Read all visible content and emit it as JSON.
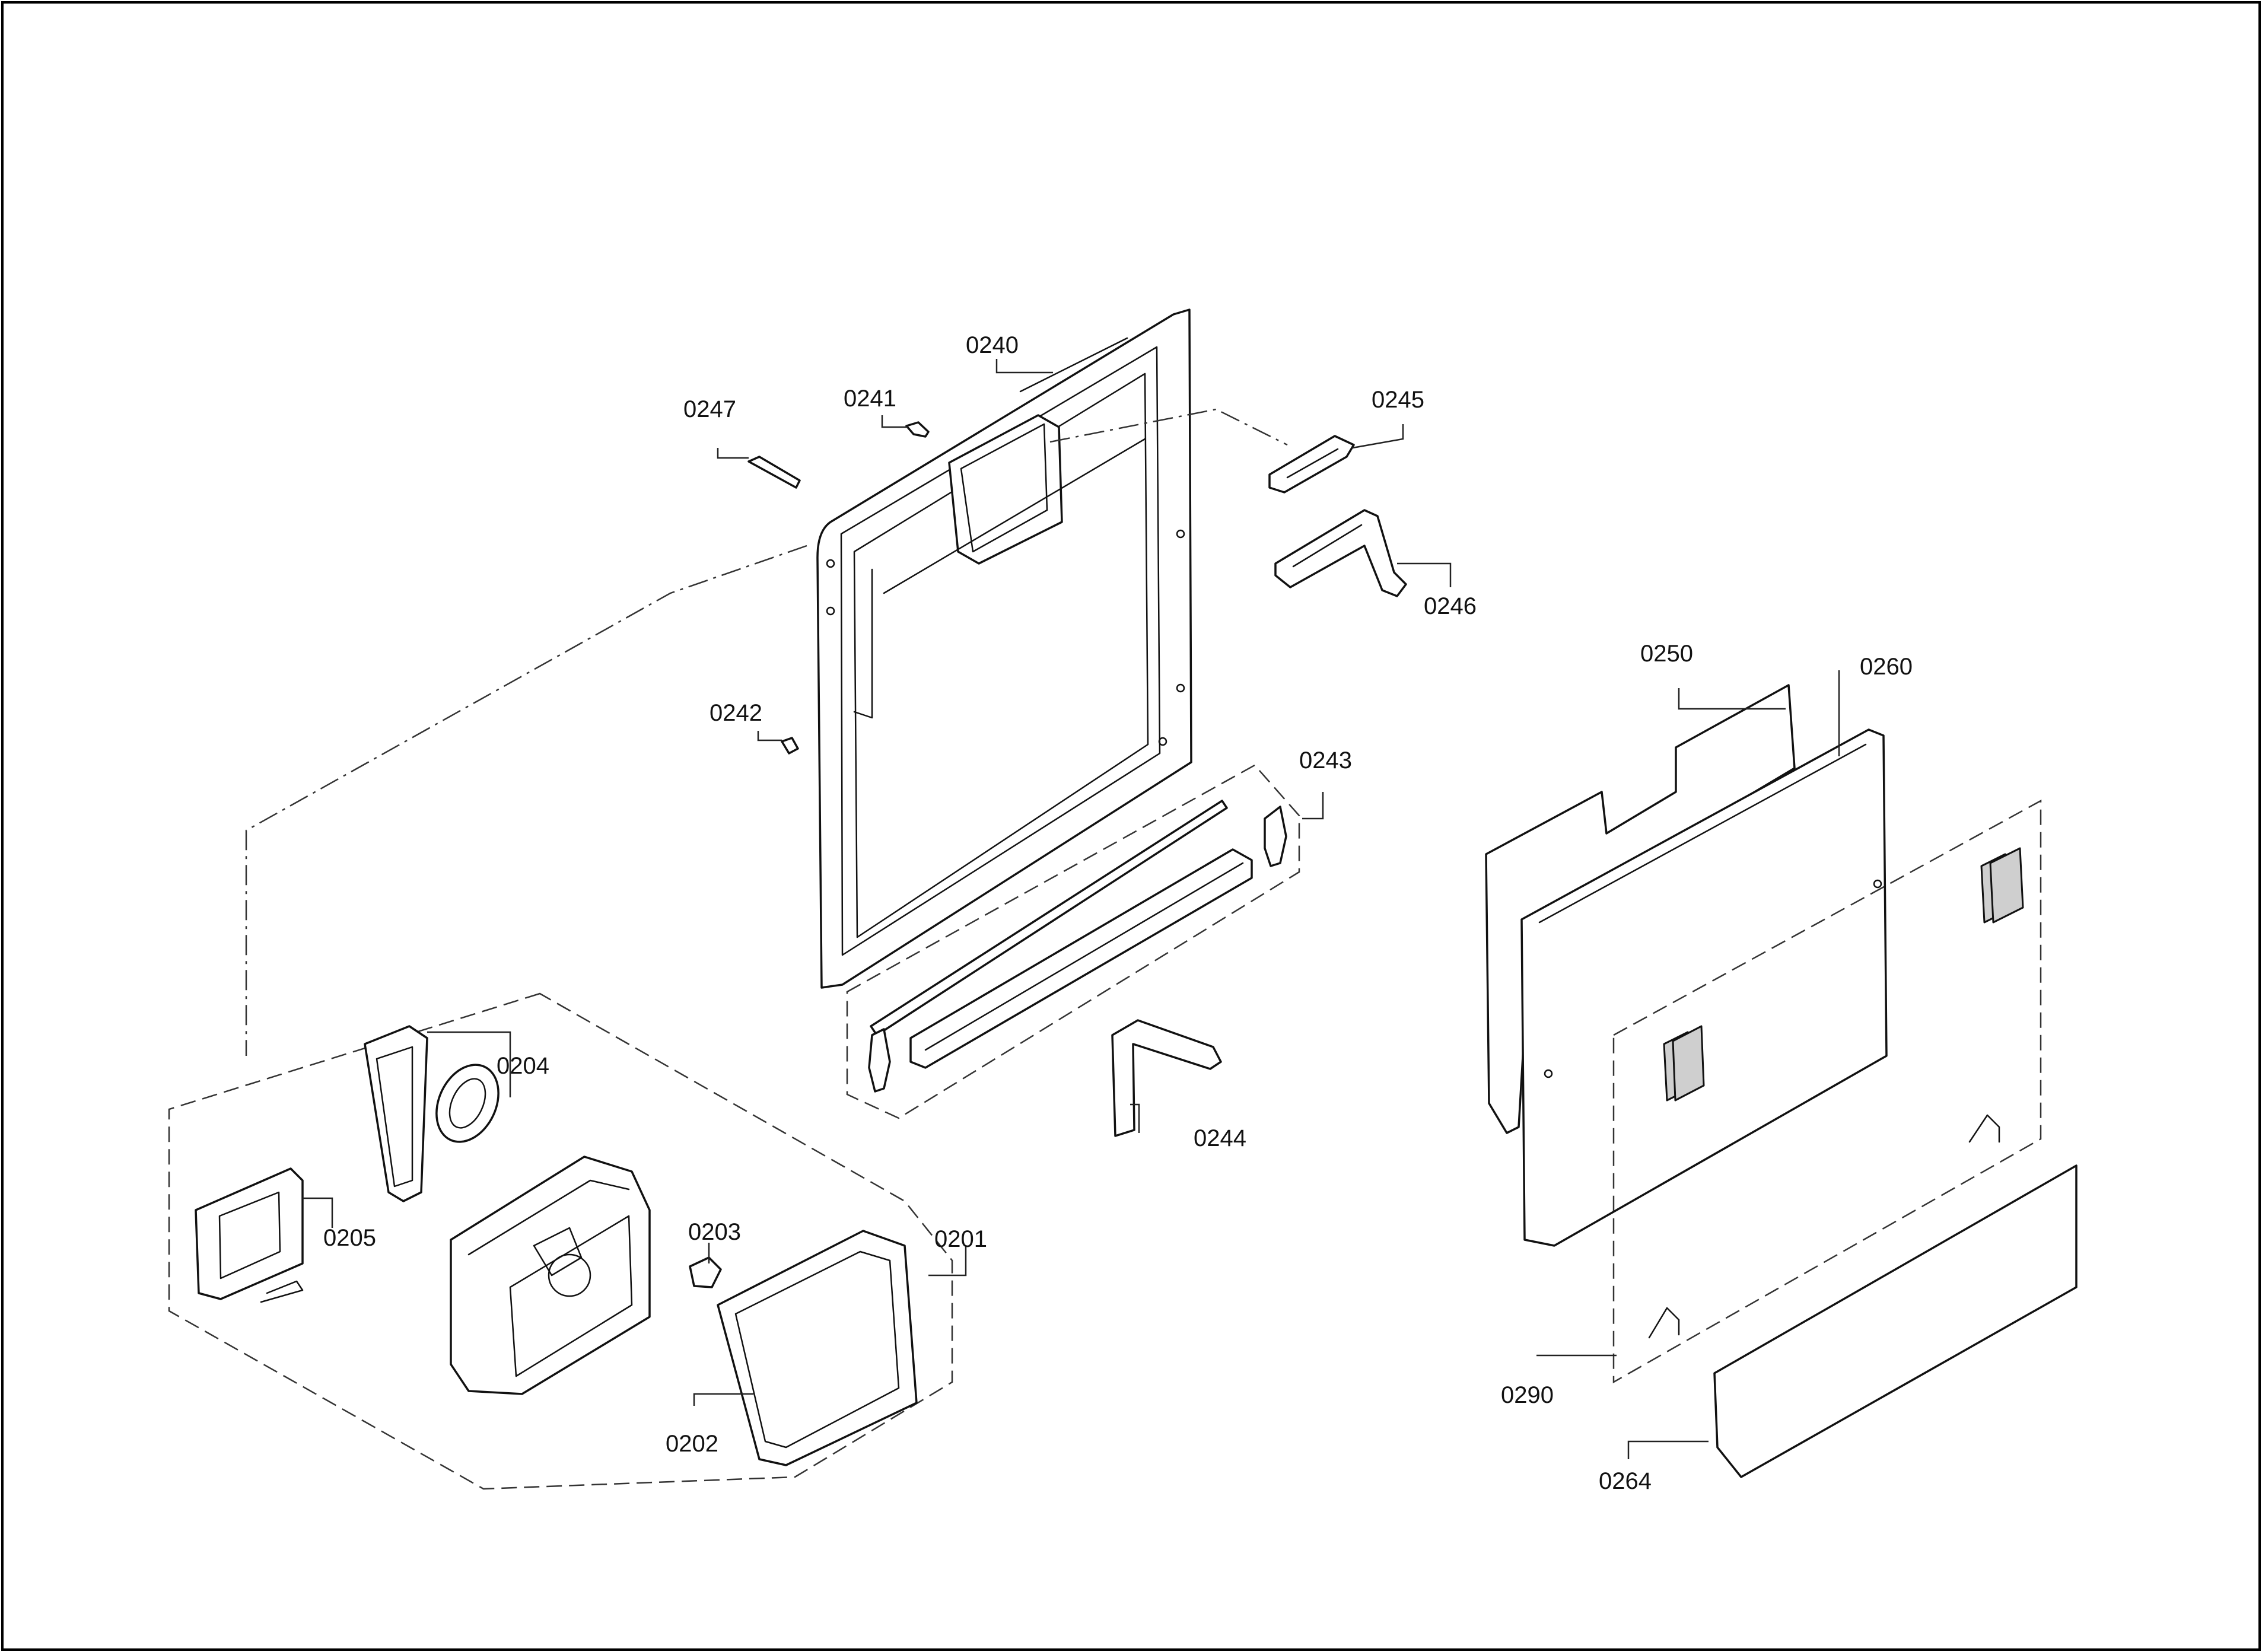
{
  "diagram": {
    "callouts": [
      {
        "id": "c0201",
        "label": "0201"
      },
      {
        "id": "c0202",
        "label": "0202"
      },
      {
        "id": "c0203",
        "label": "0203"
      },
      {
        "id": "c0204",
        "label": "0204"
      },
      {
        "id": "c0205",
        "label": "0205"
      },
      {
        "id": "c0240",
        "label": "0240"
      },
      {
        "id": "c0241",
        "label": "0241"
      },
      {
        "id": "c0242",
        "label": "0242"
      },
      {
        "id": "c0243",
        "label": "0243"
      },
      {
        "id": "c0244",
        "label": "0244"
      },
      {
        "id": "c0245",
        "label": "0245"
      },
      {
        "id": "c0246",
        "label": "0246"
      },
      {
        "id": "c0247",
        "label": "0247"
      },
      {
        "id": "c0250",
        "label": "0250"
      },
      {
        "id": "c0260",
        "label": "0260"
      },
      {
        "id": "c0264",
        "label": "0264"
      },
      {
        "id": "c0290",
        "label": "0290"
      }
    ]
  }
}
